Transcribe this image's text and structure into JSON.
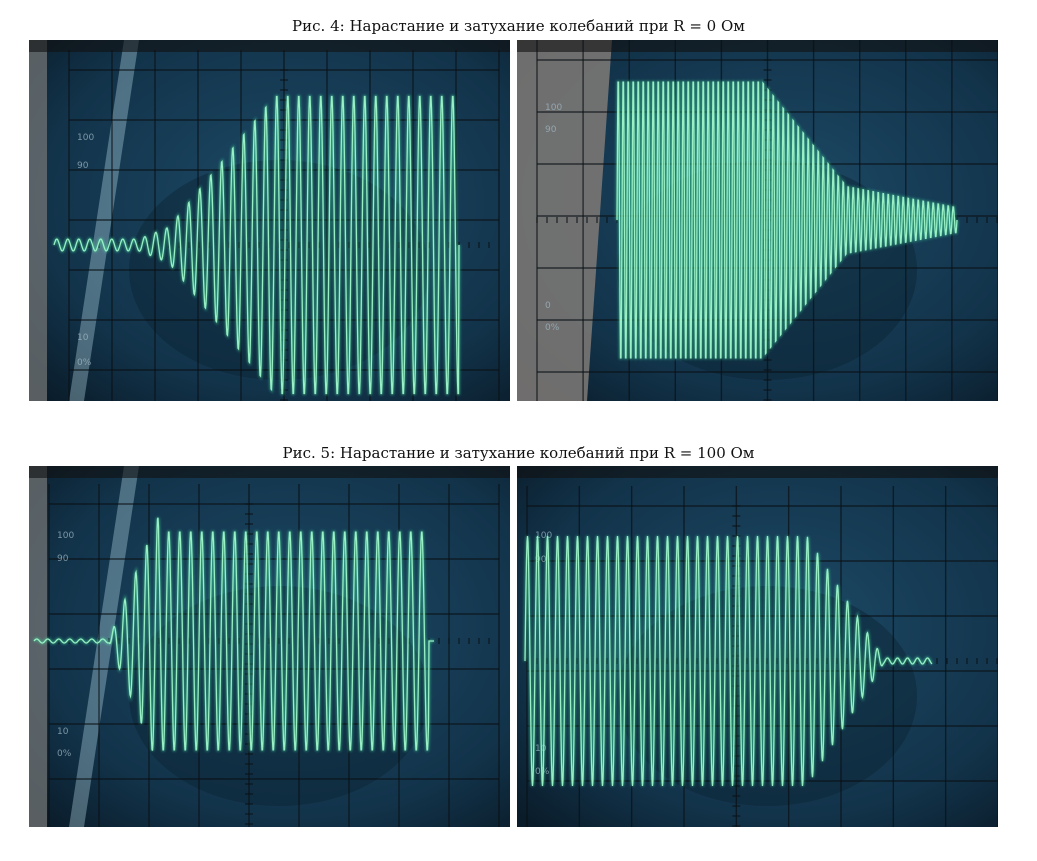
{
  "figures": [
    {
      "caption": "Рис. 4: Нарастание и затухание колебаний при R = 0 Ом",
      "photos": [
        {
          "content": "oscilloscope-buildup",
          "scale_labels": [
            "100",
            "90",
            "10",
            "0%"
          ]
        },
        {
          "content": "oscilloscope-decay",
          "scale_labels": [
            "100",
            "90",
            "0",
            "0%"
          ]
        }
      ]
    },
    {
      "caption": "Рис. 5: Нарастание и затухание колебаний при R = 100 Ом",
      "photos": [
        {
          "content": "oscilloscope-buildup",
          "scale_labels": [
            "100",
            "90",
            "10",
            "0%"
          ]
        },
        {
          "content": "oscilloscope-decay",
          "scale_labels": [
            "100",
            "90",
            "10",
            "0%"
          ]
        }
      ]
    }
  ],
  "colors": {
    "screen_dark": "#0a1c2a",
    "screen_blue": "#1d4a66",
    "trace": "#9ff5c8",
    "trace_glow": "#3fe0a0",
    "grid": "#0a1014"
  }
}
